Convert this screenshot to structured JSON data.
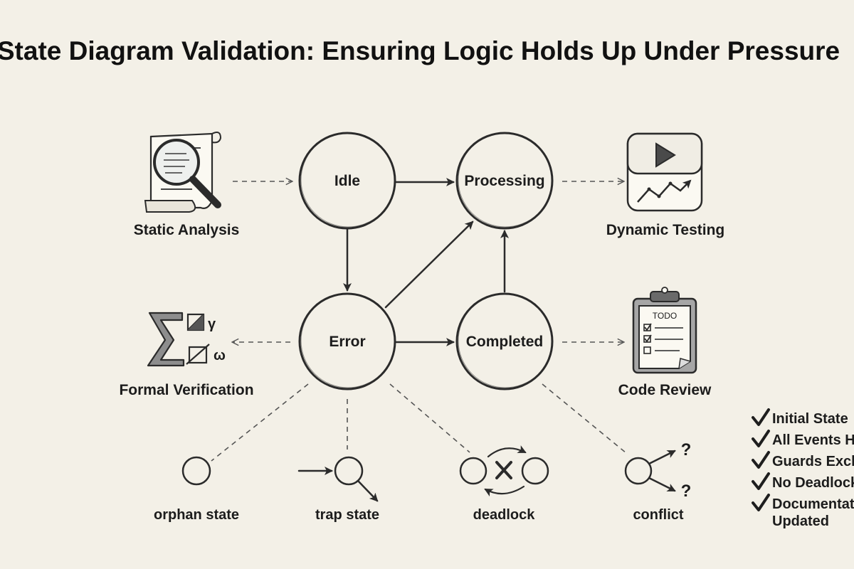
{
  "title": "State Diagram Validation: Ensuring Logic Holds Up Under Pressure",
  "states": {
    "idle": "Idle",
    "processing": "Processing",
    "error": "Error",
    "completed": "Completed"
  },
  "methods": {
    "static_analysis": "Static Analysis",
    "dynamic_testing": "Dynamic Testing",
    "formal_verification": "Formal Verification",
    "code_review": "Code Review"
  },
  "issues": {
    "orphan_state": "orphan state",
    "trap_state": "trap state",
    "deadlock": "deadlock",
    "conflict": "conflict"
  },
  "icon_text": {
    "todo": "TODO",
    "formal_sym_1": "γ",
    "formal_sym_2": "ω",
    "question_mark": "?"
  },
  "checklist": {
    "item1": "Initial State",
    "item2": "All Events H",
    "item3": "Guards Excl",
    "item4": "No Deadlock",
    "item5_line1": "Documentat",
    "item5_line2": "Updated"
  },
  "colors": {
    "background": "#f3f0e7",
    "ink": "#2b2b2b"
  }
}
